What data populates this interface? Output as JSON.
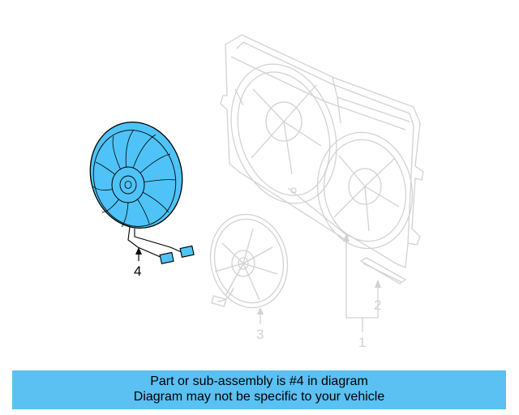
{
  "callouts": {
    "c1": "1",
    "c2": "2",
    "c3": "3",
    "c4": "4"
  },
  "banner": {
    "line1": "Part or sub-assembly is #4 in diagram",
    "line2": "Diagram may not be specific to your vehicle"
  },
  "colors": {
    "highlight": "#4fc3f7",
    "banner_bg": "#5bc0f2",
    "ghost_line": "#d2d2d2",
    "ink": "#000000"
  }
}
